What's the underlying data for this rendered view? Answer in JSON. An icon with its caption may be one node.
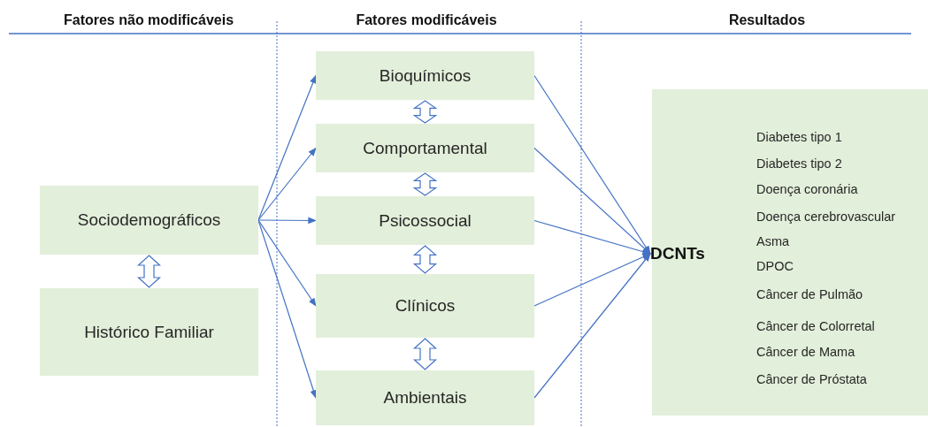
{
  "diagram": {
    "nodes": [
      {
        "text": [
          "Sociodemográficos"
        ]
      },
      {
        "text": [
          "Histórico Familiar"
        ]
      },
      {
        "text": [
          "Bioquímicos"
        ]
      },
      {
        "text": [
          "Comportamental"
        ]
      },
      {
        "text": [
          "Psicossocial"
        ]
      },
      {
        "text": [
          "Clínicos"
        ]
      },
      {
        "text": [
          "Ambientais"
        ]
      },
      {
        "text": [
          "Diabetes tipo 1",
          "Diabetes tipo 2",
          "Doença coronária",
          "Doença cerebrovascular",
          "Asma",
          "DPOC",
          "Câncer de Pulmão",
          "Câncer de Colorretal",
          "Câncer de Mama",
          "Câncer de Próstata"
        ]
      },
      {
        "text": [
          "DCNTs"
        ],
        "in": 7
      }
    ],
    "edges": [
      {
        "from": 0,
        "to": 1,
        "arrow": "both"
      },
      {
        "from": 0,
        "to": 2,
        "arrow": "to"
      },
      {
        "from": 0,
        "to": 3,
        "arrow": "to"
      },
      {
        "from": 0,
        "to": 4,
        "arrow": "to"
      },
      {
        "from": 0,
        "to": 5,
        "arrow": "to"
      },
      {
        "from": 0,
        "to": 6,
        "arrow": "to"
      },
      {
        "from": 2,
        "to": 3,
        "arrow": "both"
      },
      {
        "from": 3,
        "to": 4,
        "arrow": "both"
      },
      {
        "from": 4,
        "to": 5,
        "arrow": "both"
      },
      {
        "from": 5,
        "to": 6,
        "arrow": "both"
      },
      {
        "from": 2,
        "to": 8,
        "arrow": "to"
      },
      {
        "from": 3,
        "to": 8,
        "arrow": "to"
      },
      {
        "from": 4,
        "to": 8,
        "arrow": "to"
      },
      {
        "from": 5,
        "to": 8,
        "arrow": "to"
      },
      {
        "from": 6,
        "to": 8,
        "arrow": "to"
      }
    ],
    "labels": [
      "Fatores não modificáveis",
      "Fatores modificáveis",
      "Resultados"
    ]
  }
}
